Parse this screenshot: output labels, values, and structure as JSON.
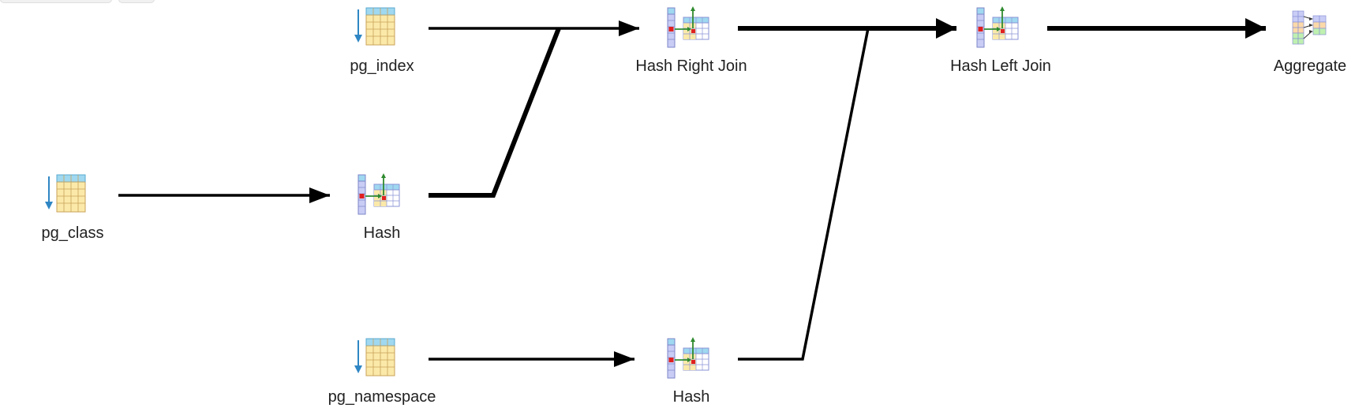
{
  "diagram": {
    "title": "",
    "nodes": [
      {
        "id": "pg_class",
        "label": "pg_class",
        "icon": "table-scan-icon"
      },
      {
        "id": "hash_1",
        "label": "Hash",
        "icon": "hash-icon"
      },
      {
        "id": "pg_index",
        "label": "pg_index",
        "icon": "table-scan-icon"
      },
      {
        "id": "hash_right_join",
        "label": "Hash Right Join",
        "icon": "hash-join-icon"
      },
      {
        "id": "pg_namespace",
        "label": "pg_namespace",
        "icon": "table-scan-icon"
      },
      {
        "id": "hash_2",
        "label": "Hash",
        "icon": "hash-icon"
      },
      {
        "id": "hash_left_join",
        "label": "Hash Left Join",
        "icon": "hash-join-icon"
      },
      {
        "id": "aggregate",
        "label": "Aggregate",
        "icon": "aggregate-icon"
      }
    ],
    "edges": [
      {
        "from": "pg_class",
        "to": "hash_1",
        "weight": "normal"
      },
      {
        "from": "pg_index",
        "to": "hash_right_join",
        "weight": "normal"
      },
      {
        "from": "hash_1",
        "to": "hash_right_join",
        "weight": "heavy"
      },
      {
        "from": "pg_namespace",
        "to": "hash_2",
        "weight": "normal"
      },
      {
        "from": "hash_right_join",
        "to": "hash_left_join",
        "weight": "heavy"
      },
      {
        "from": "hash_2",
        "to": "hash_left_join",
        "weight": "normal"
      },
      {
        "from": "hash_left_join",
        "to": "aggregate",
        "weight": "heavy"
      }
    ]
  },
  "colors": {
    "edge": "#000000",
    "table_fill": "#fbe9a9",
    "table_header": "#9fd8f0",
    "table_border": "#c8a25a",
    "scan_arrow": "#2f86c4",
    "hash_column": "#c9cdf5",
    "hash_column_border": "#7d86c8",
    "hash_grid_border": "#8a93d6",
    "hash_key": "#e02020",
    "hash_arrow": "#2f8a2f",
    "agg_green": "#bff0b0",
    "agg_blue": "#c9cdf5",
    "agg_orange": "#fbd9a8"
  }
}
